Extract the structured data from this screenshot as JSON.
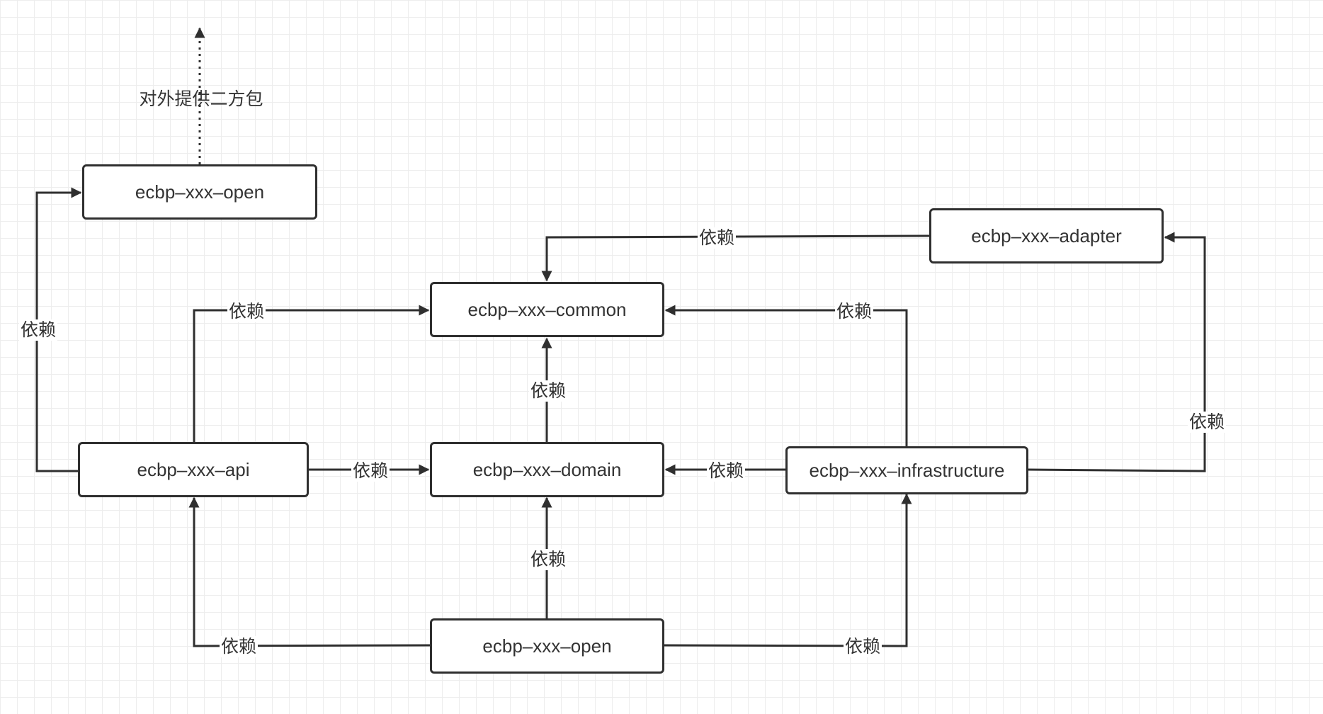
{
  "nodes": {
    "open_top": "ecbp–xxx–open",
    "adapter": "ecbp–xxx–adapter",
    "common": "ecbp–xxx–common",
    "api": "ecbp–xxx–api",
    "domain": "ecbp–xxx–domain",
    "infrastructure": "ecbp–xxx–infrastructure",
    "open_bottom": "ecbp–xxx–open"
  },
  "labels": {
    "external_package": "对外提供二方包",
    "dep_api_open": "依赖",
    "dep_adapter_common": "依赖",
    "dep_api_common": "依赖",
    "dep_infra_common": "依赖",
    "dep_domain_common": "依赖",
    "dep_infra_adapter": "依赖",
    "dep_api_domain": "依赖",
    "dep_infra_domain": "依赖",
    "dep_open_domain": "依赖",
    "dep_open_api": "依赖",
    "dep_open_infra": "依赖"
  },
  "colors": {
    "stroke": "#2f2f2f",
    "text": "#333333",
    "grid": "#ededed"
  }
}
